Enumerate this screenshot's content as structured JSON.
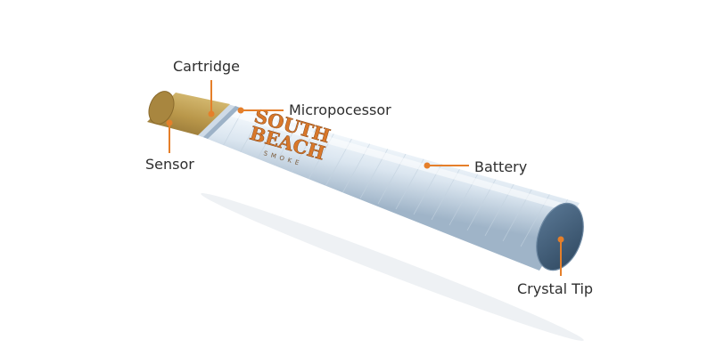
{
  "labels": {
    "cartridge": "Cartridge",
    "microprocessor": "Micropocessor",
    "sensor": "Sensor",
    "battery": "Battery",
    "crystal_tip": "Crystal Tip"
  },
  "brand": {
    "line1": "SOUTH",
    "line2": "BEACH",
    "line3": "SMOKE"
  },
  "colors": {
    "callout_orange": "#e57f2a",
    "label_text": "#2e2e2e",
    "battery_body": "#dbe6f0",
    "battery_end": "#3e5a74",
    "cartridge_gold": "#b9974a",
    "brand_orange": "#d9782a"
  }
}
